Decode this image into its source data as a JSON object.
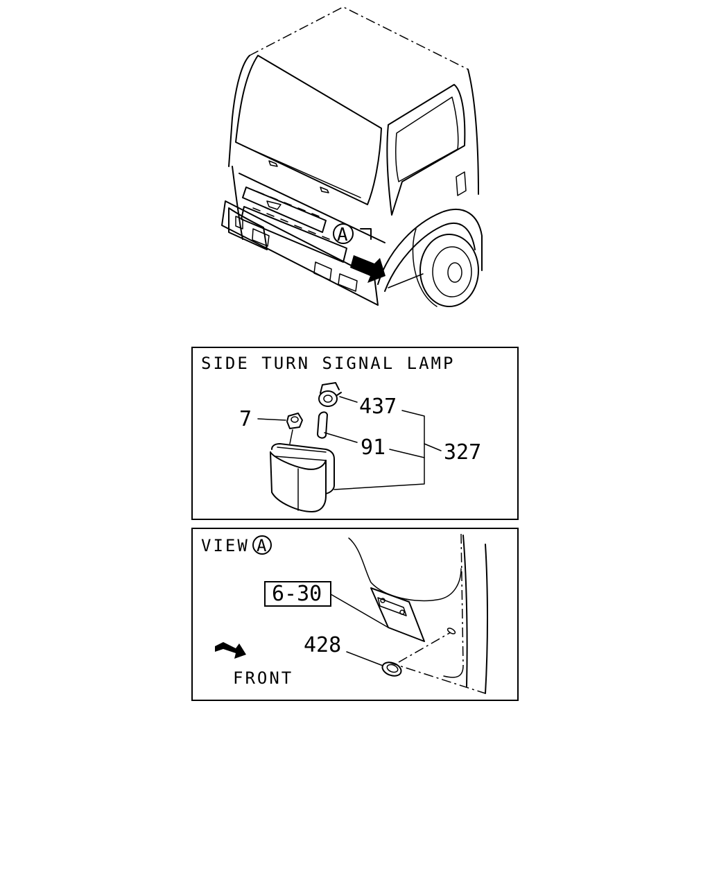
{
  "panel_top": {
    "title": "SIDE TURN SIGNAL LAMP",
    "callouts": [
      "437",
      "7",
      "91",
      "327"
    ]
  },
  "panel_bottom": {
    "title": "VIEW",
    "view_marker": "A",
    "ref_box": "6-30",
    "callout": "428",
    "direction_label": "FRONT"
  },
  "truck": {
    "view_marker": "A"
  }
}
